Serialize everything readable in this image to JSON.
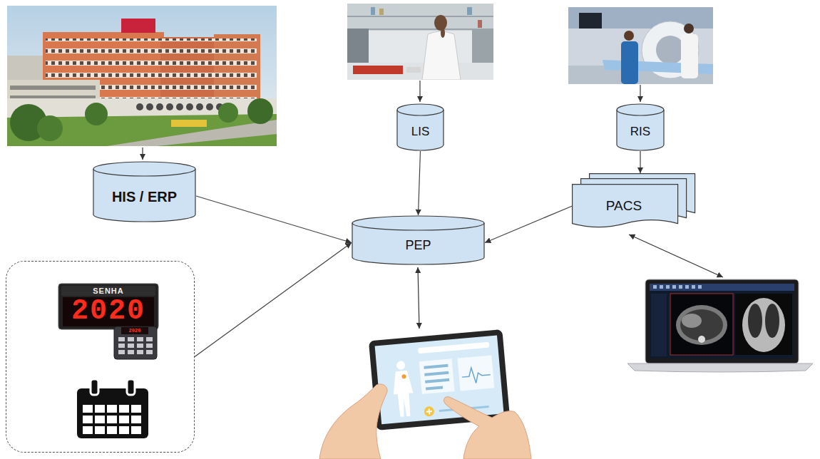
{
  "diagram": {
    "nodes": [
      {
        "text": [
          "HIS / ERP"
        ]
      },
      {
        "text": [
          "LIS"
        ]
      },
      {
        "text": [
          "RIS"
        ]
      },
      {
        "text": [
          "PACS"
        ]
      },
      {
        "text": [
          "PEP"
        ]
      },
      {
        "text": [
          "SENHA",
          "2020"
        ]
      }
    ],
    "edges": [
      {
        "from": 0,
        "to": 4,
        "arrow": "to"
      },
      {
        "from": 1,
        "to": 4,
        "arrow": "to"
      },
      {
        "from": 3,
        "to": 4,
        "arrow": "to"
      },
      {
        "from": 5,
        "to": 4,
        "arrow": "to"
      },
      {
        "from": 2,
        "to": 3,
        "arrow": "to"
      }
    ],
    "labels": [
      "2020"
    ]
  }
}
